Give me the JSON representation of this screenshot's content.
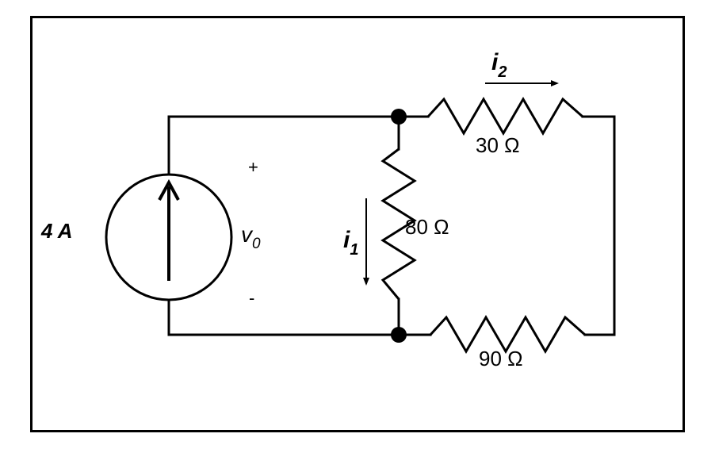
{
  "source": {
    "label": "4 A",
    "symbol": "current-source-up-arrow-icon"
  },
  "voltage": {
    "name": "v",
    "subscript": "0",
    "plus": "+",
    "minus": "-"
  },
  "currents": [
    {
      "name": "i",
      "subscript": "1"
    },
    {
      "name": "i",
      "subscript": "2"
    }
  ],
  "resistors": [
    {
      "label": "80 Ω"
    },
    {
      "label": "30 Ω"
    },
    {
      "label": "90 Ω"
    }
  ],
  "colors": {
    "line": "#000000",
    "background": "#ffffff"
  }
}
